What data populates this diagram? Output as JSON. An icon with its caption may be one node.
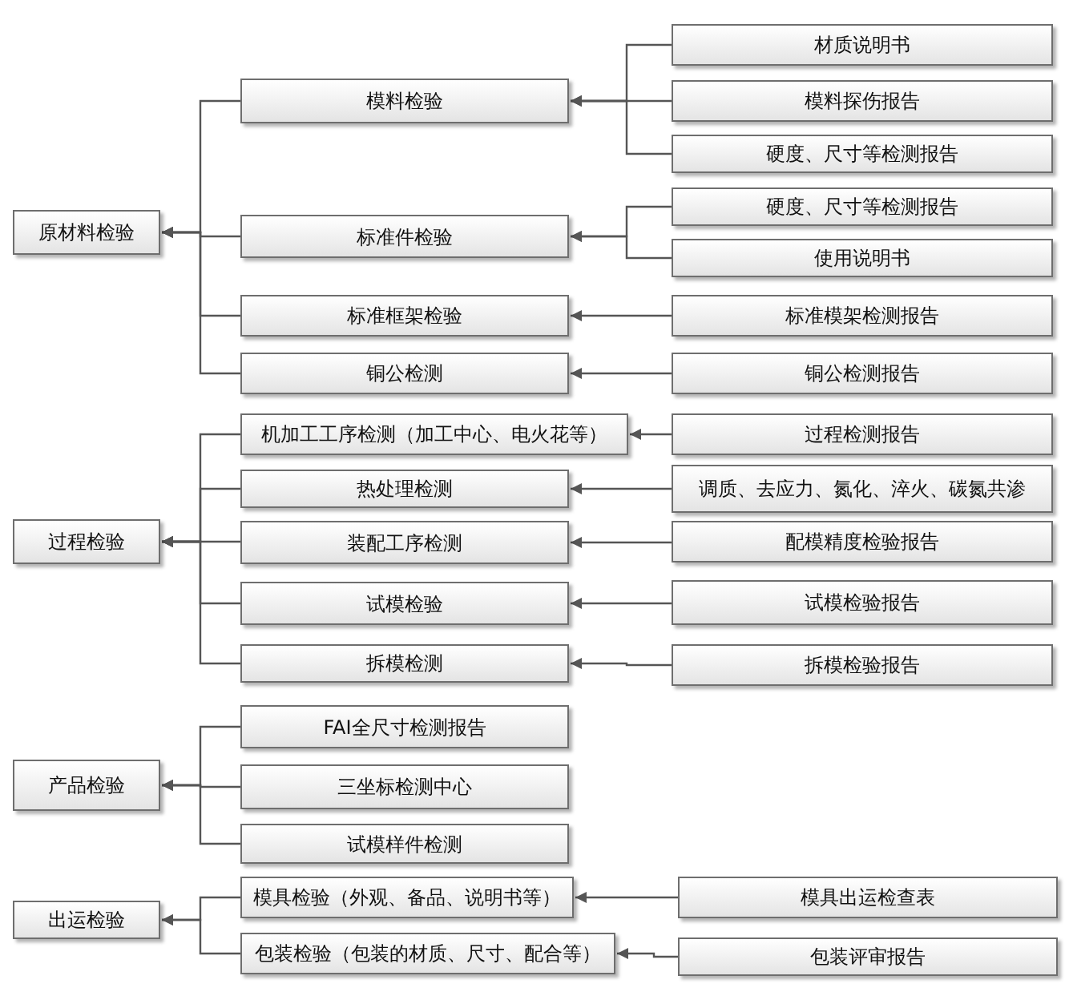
{
  "diagram": {
    "nodes": [
      {
        "text": [
          "原材料检验"
        ]
      },
      {
        "text": [
          "模料检验"
        ]
      },
      {
        "text": [
          "材质说明书"
        ]
      },
      {
        "text": [
          "模料探伤报告"
        ]
      },
      {
        "text": [
          "硬度、尺寸等检测报告"
        ]
      },
      {
        "text": [
          "标准件检验"
        ]
      },
      {
        "text": [
          "硬度、尺寸等检测报告"
        ]
      },
      {
        "text": [
          "使用说明书"
        ]
      },
      {
        "text": [
          "标准框架检验"
        ]
      },
      {
        "text": [
          "标准模架检测报告"
        ]
      },
      {
        "text": [
          "铜公检测"
        ]
      },
      {
        "text": [
          "铜公检测报告"
        ]
      },
      {
        "text": [
          "过程检验"
        ]
      },
      {
        "text": [
          "机加工工序检测（加工中心、电火花等）"
        ]
      },
      {
        "text": [
          "过程检测报告"
        ]
      },
      {
        "text": [
          "热处理检测"
        ]
      },
      {
        "text": [
          "调质、去应力、氮化、淬火、碳氮共渗"
        ]
      },
      {
        "text": [
          "装配工序检测"
        ]
      },
      {
        "text": [
          "配模精度检验报告"
        ]
      },
      {
        "text": [
          "试模检验"
        ]
      },
      {
        "text": [
          "试模检验报告"
        ]
      },
      {
        "text": [
          "拆模检测"
        ]
      },
      {
        "text": [
          "拆模检验报告"
        ]
      },
      {
        "text": [
          "产品检验"
        ]
      },
      {
        "text": [
          "FAI全尺寸检测报告"
        ]
      },
      {
        "text": [
          "三坐标检测中心"
        ]
      },
      {
        "text": [
          "试模样件检测"
        ]
      },
      {
        "text": [
          "出运检验"
        ]
      },
      {
        "text": [
          "模具检验（外观、备品、说明书等）"
        ]
      },
      {
        "text": [
          "包装检验（包装的材质、尺寸、配合等）"
        ]
      },
      {
        "text": [
          "模具出运检查表"
        ]
      },
      {
        "text": [
          "包装评审报告"
        ]
      }
    ],
    "edges": [
      {
        "from": 1,
        "to": 0,
        "arrow": "to"
      },
      {
        "from": 5,
        "to": 0,
        "arrow": "to"
      },
      {
        "from": 8,
        "to": 0,
        "arrow": "to"
      },
      {
        "from": 10,
        "to": 0,
        "arrow": "to"
      },
      {
        "from": 2,
        "to": 1,
        "arrow": "to"
      },
      {
        "from": 3,
        "to": 1,
        "arrow": "to"
      },
      {
        "from": 4,
        "to": 1,
        "arrow": "to"
      },
      {
        "from": 6,
        "to": 5,
        "arrow": "to"
      },
      {
        "from": 7,
        "to": 5,
        "arrow": "to"
      },
      {
        "from": 9,
        "to": 8,
        "arrow": "to"
      },
      {
        "from": 11,
        "to": 10,
        "arrow": "to"
      },
      {
        "from": 13,
        "to": 12,
        "arrow": "to"
      },
      {
        "from": 15,
        "to": 12,
        "arrow": "to"
      },
      {
        "from": 17,
        "to": 12,
        "arrow": "to"
      },
      {
        "from": 19,
        "to": 12,
        "arrow": "to"
      },
      {
        "from": 21,
        "to": 12,
        "arrow": "to"
      },
      {
        "from": 14,
        "to": 13,
        "arrow": "to"
      },
      {
        "from": 16,
        "to": 15,
        "arrow": "to"
      },
      {
        "from": 18,
        "to": 17,
        "arrow": "to"
      },
      {
        "from": 20,
        "to": 19,
        "arrow": "to"
      },
      {
        "from": 22,
        "to": 21,
        "arrow": "to"
      },
      {
        "from": 24,
        "to": 23,
        "arrow": "to"
      },
      {
        "from": 25,
        "to": 23,
        "arrow": "to"
      },
      {
        "from": 26,
        "to": 23,
        "arrow": "to"
      },
      {
        "from": 28,
        "to": 27,
        "arrow": "to"
      },
      {
        "from": 29,
        "to": 27,
        "arrow": "to"
      },
      {
        "from": 30,
        "to": 28,
        "arrow": "to"
      },
      {
        "from": 31,
        "to": 29,
        "arrow": "to"
      }
    ]
  }
}
